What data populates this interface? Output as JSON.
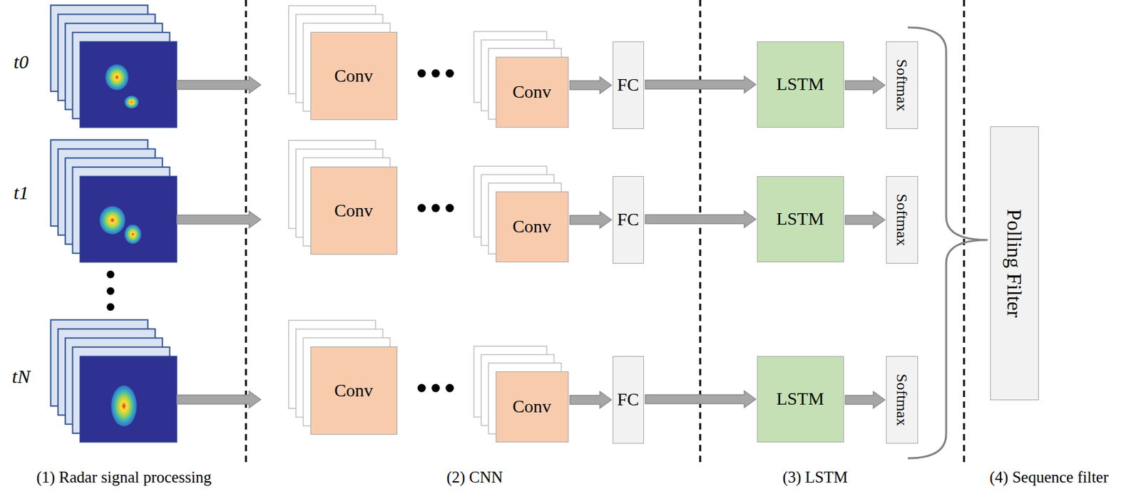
{
  "diagram": {
    "nodes": [
      {
        "text": [
          "Conv"
        ]
      },
      {
        "text": [
          "Conv"
        ]
      },
      {
        "text": [
          "FC"
        ]
      },
      {
        "text": [
          "LSTM"
        ]
      },
      {
        "text": [
          "Softmax"
        ]
      },
      {
        "text": [
          "Conv"
        ]
      },
      {
        "text": [
          "Conv"
        ]
      },
      {
        "text": [
          "FC"
        ]
      },
      {
        "text": [
          "LSTM"
        ]
      },
      {
        "text": [
          "Softmax"
        ]
      },
      {
        "text": [
          "Conv"
        ]
      },
      {
        "text": [
          "Conv"
        ]
      },
      {
        "text": [
          "FC"
        ]
      },
      {
        "text": [
          "LSTM"
        ]
      },
      {
        "text": [
          "Softmax"
        ]
      },
      {
        "text": [
          "Polling Filter"
        ]
      }
    ],
    "edges": [
      {
        "from": 1,
        "to": 2,
        "arrow": "to"
      },
      {
        "from": 2,
        "to": 3,
        "arrow": "to"
      },
      {
        "from": 3,
        "to": 4,
        "arrow": "to"
      },
      {
        "from": 6,
        "to": 7,
        "arrow": "to"
      },
      {
        "from": 7,
        "to": 8,
        "arrow": "to"
      },
      {
        "from": 8,
        "to": 9,
        "arrow": "to"
      },
      {
        "from": 11,
        "to": 12,
        "arrow": "to"
      },
      {
        "from": 12,
        "to": 13,
        "arrow": "to"
      },
      {
        "from": 13,
        "to": 14,
        "arrow": "to"
      }
    ],
    "labels": [
      "t0",
      "t1",
      "tN",
      "(1) Radar signal processing",
      "(2) CNN",
      "(3) LSTM",
      "(4) Sequence filter"
    ]
  }
}
